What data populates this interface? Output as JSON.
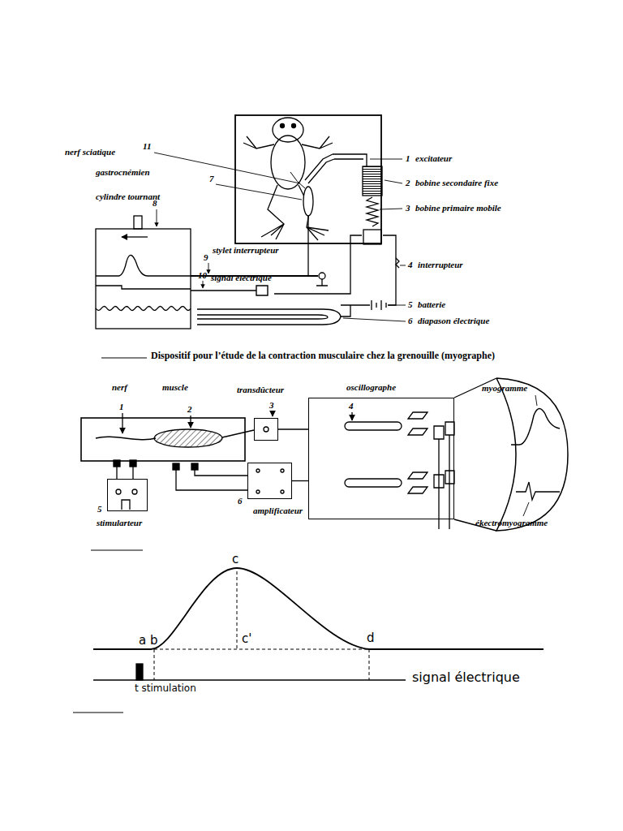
{
  "diagram": {
    "caption": "Dispositif pour l’étude de la contraction musculaire chez la grenouille (myographe)",
    "nodes": [
      {
        "text": [
          "stimularteur"
        ]
      },
      {
        "text": [
          "transdûcteur"
        ]
      },
      {
        "text": [
          "amplificateur"
        ]
      },
      {
        "text": [
          "oscillographe"
        ]
      }
    ],
    "edges": [
      {
        "from": 1,
        "to": 3,
        "arrow": "none"
      },
      {
        "from": 2,
        "to": 3,
        "arrow": "none"
      }
    ],
    "labels": [
      "nerf sciatique",
      "11",
      "gastrocnémien",
      "7",
      "cylindre tournant",
      "8",
      "stylet interrupteur",
      "9",
      "signal électrique",
      "10",
      "1",
      "excitateur",
      "2",
      "bobine secondaire fixe",
      "3",
      "bobine primaire mobile",
      "4",
      "interrupteur",
      "5",
      "batterie",
      "6",
      "diapason électrique",
      "nerf",
      "muscle",
      "myogramme",
      "1",
      "2",
      "3",
      "4",
      "5",
      "6",
      "ékectromyogramme",
      "a",
      "b",
      "c",
      "c'",
      "d",
      "t stimulation",
      "signal électrique"
    ]
  }
}
